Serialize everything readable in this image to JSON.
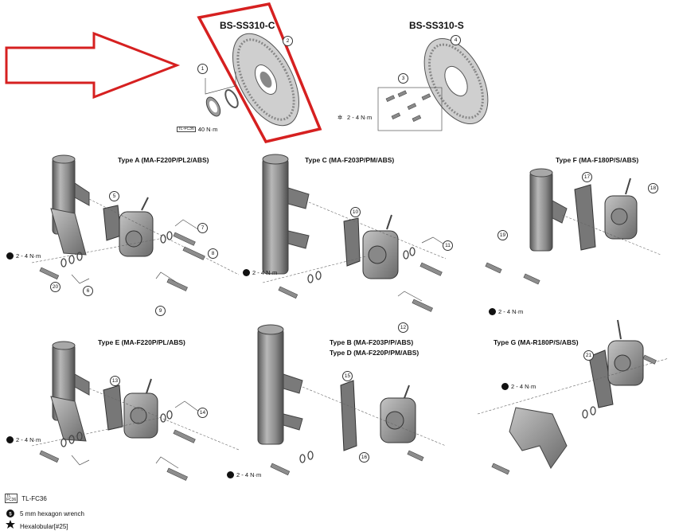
{
  "header": {
    "rotor_c": "BS-SS310-C",
    "rotor_s": "BS-SS310-S"
  },
  "types": {
    "a": "Type A (MA-F220P/PL2/ABS)",
    "c": "Type C (MA-F203P/PM/ABS)",
    "f": "Type F (MA-F180P/S/ABS)",
    "e": "Type E (MA-F220P/PL/ABS)",
    "b": "Type B (MA-F203P/P/ABS)",
    "d": "Type D (MA-F220P/PM/ABS)",
    "g": "Type G (MA-R180P/S/ABS)"
  },
  "torque": {
    "lockring": "40 N·m",
    "bolt": "2 - 4 N·m"
  },
  "legend": {
    "tool": "TL-FC36",
    "tool_icon_text": "TL-FC36",
    "hex": "5 mm hexagon wrench",
    "hexalobular": "Hexalobular[#25]"
  },
  "callouts": [
    "1",
    "2",
    "3",
    "4",
    "5",
    "6",
    "7",
    "8",
    "9",
    "10",
    "11",
    "12",
    "13",
    "14",
    "15",
    "16",
    "17",
    "18",
    "19",
    "20",
    "21"
  ],
  "colors": {
    "highlight": "#d62020",
    "part": "#8c8c8c",
    "part_dark": "#5e5e5e",
    "part_light": "#bdbdbd"
  }
}
